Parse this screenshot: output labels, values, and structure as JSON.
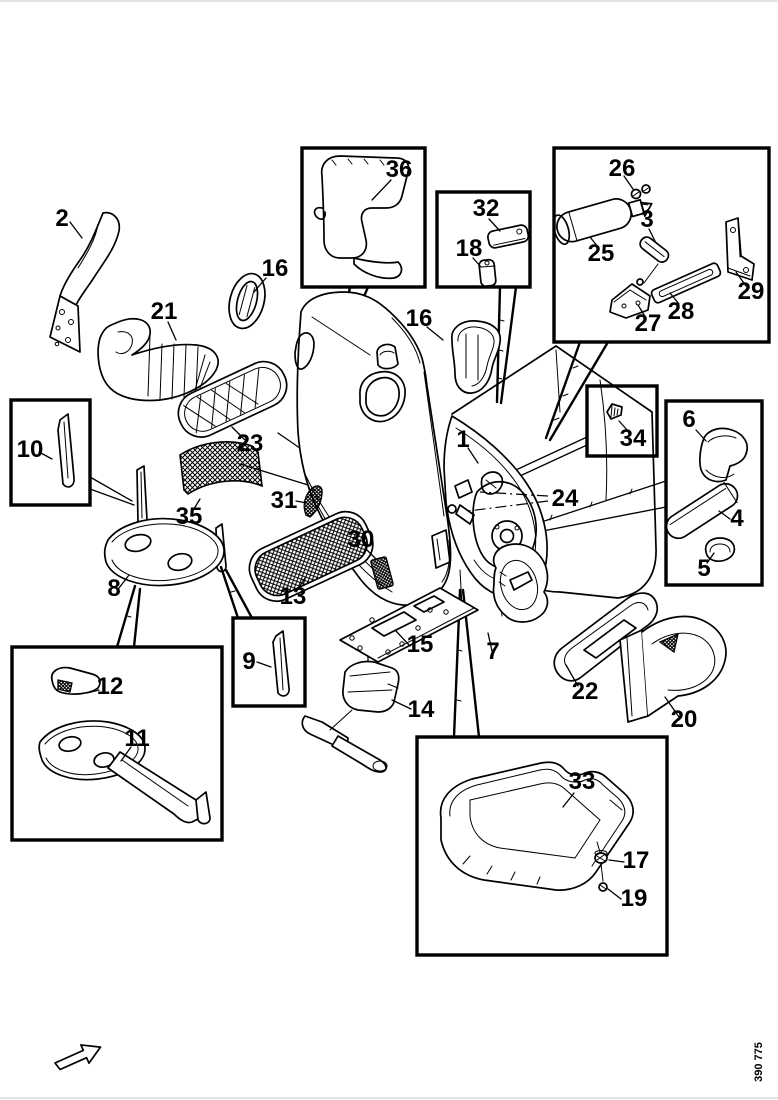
{
  "figure": {
    "type": "exploded-parts-diagram",
    "subject": "seat backrest and trim components",
    "background_color": "#ffffff",
    "line_color": "#000000"
  },
  "footer": {
    "figure_number": "390 775"
  },
  "icons": {
    "direction_arrow": "northeast-outline-arrow"
  },
  "callouts": [
    {
      "text": "2"
    },
    {
      "text": "21"
    },
    {
      "text": "16"
    },
    {
      "text": "36"
    },
    {
      "text": "32"
    },
    {
      "text": "18"
    },
    {
      "text": "26"
    },
    {
      "text": "3"
    },
    {
      "text": "25"
    },
    {
      "text": "27"
    },
    {
      "text": "28"
    },
    {
      "text": "29"
    },
    {
      "text": "16"
    },
    {
      "text": "1"
    },
    {
      "text": "34"
    },
    {
      "text": "6"
    },
    {
      "text": "4"
    },
    {
      "text": "5"
    },
    {
      "text": "24"
    },
    {
      "text": "10"
    },
    {
      "text": "23"
    },
    {
      "text": "35"
    },
    {
      "text": "31"
    },
    {
      "text": "8"
    },
    {
      "text": "13"
    },
    {
      "text": "30"
    },
    {
      "text": "15"
    },
    {
      "text": "14"
    },
    {
      "text": "7"
    },
    {
      "text": "22"
    },
    {
      "text": "20"
    },
    {
      "text": "9"
    },
    {
      "text": "12"
    },
    {
      "text": "11"
    },
    {
      "text": "33"
    },
    {
      "text": "17"
    },
    {
      "text": "19"
    }
  ]
}
